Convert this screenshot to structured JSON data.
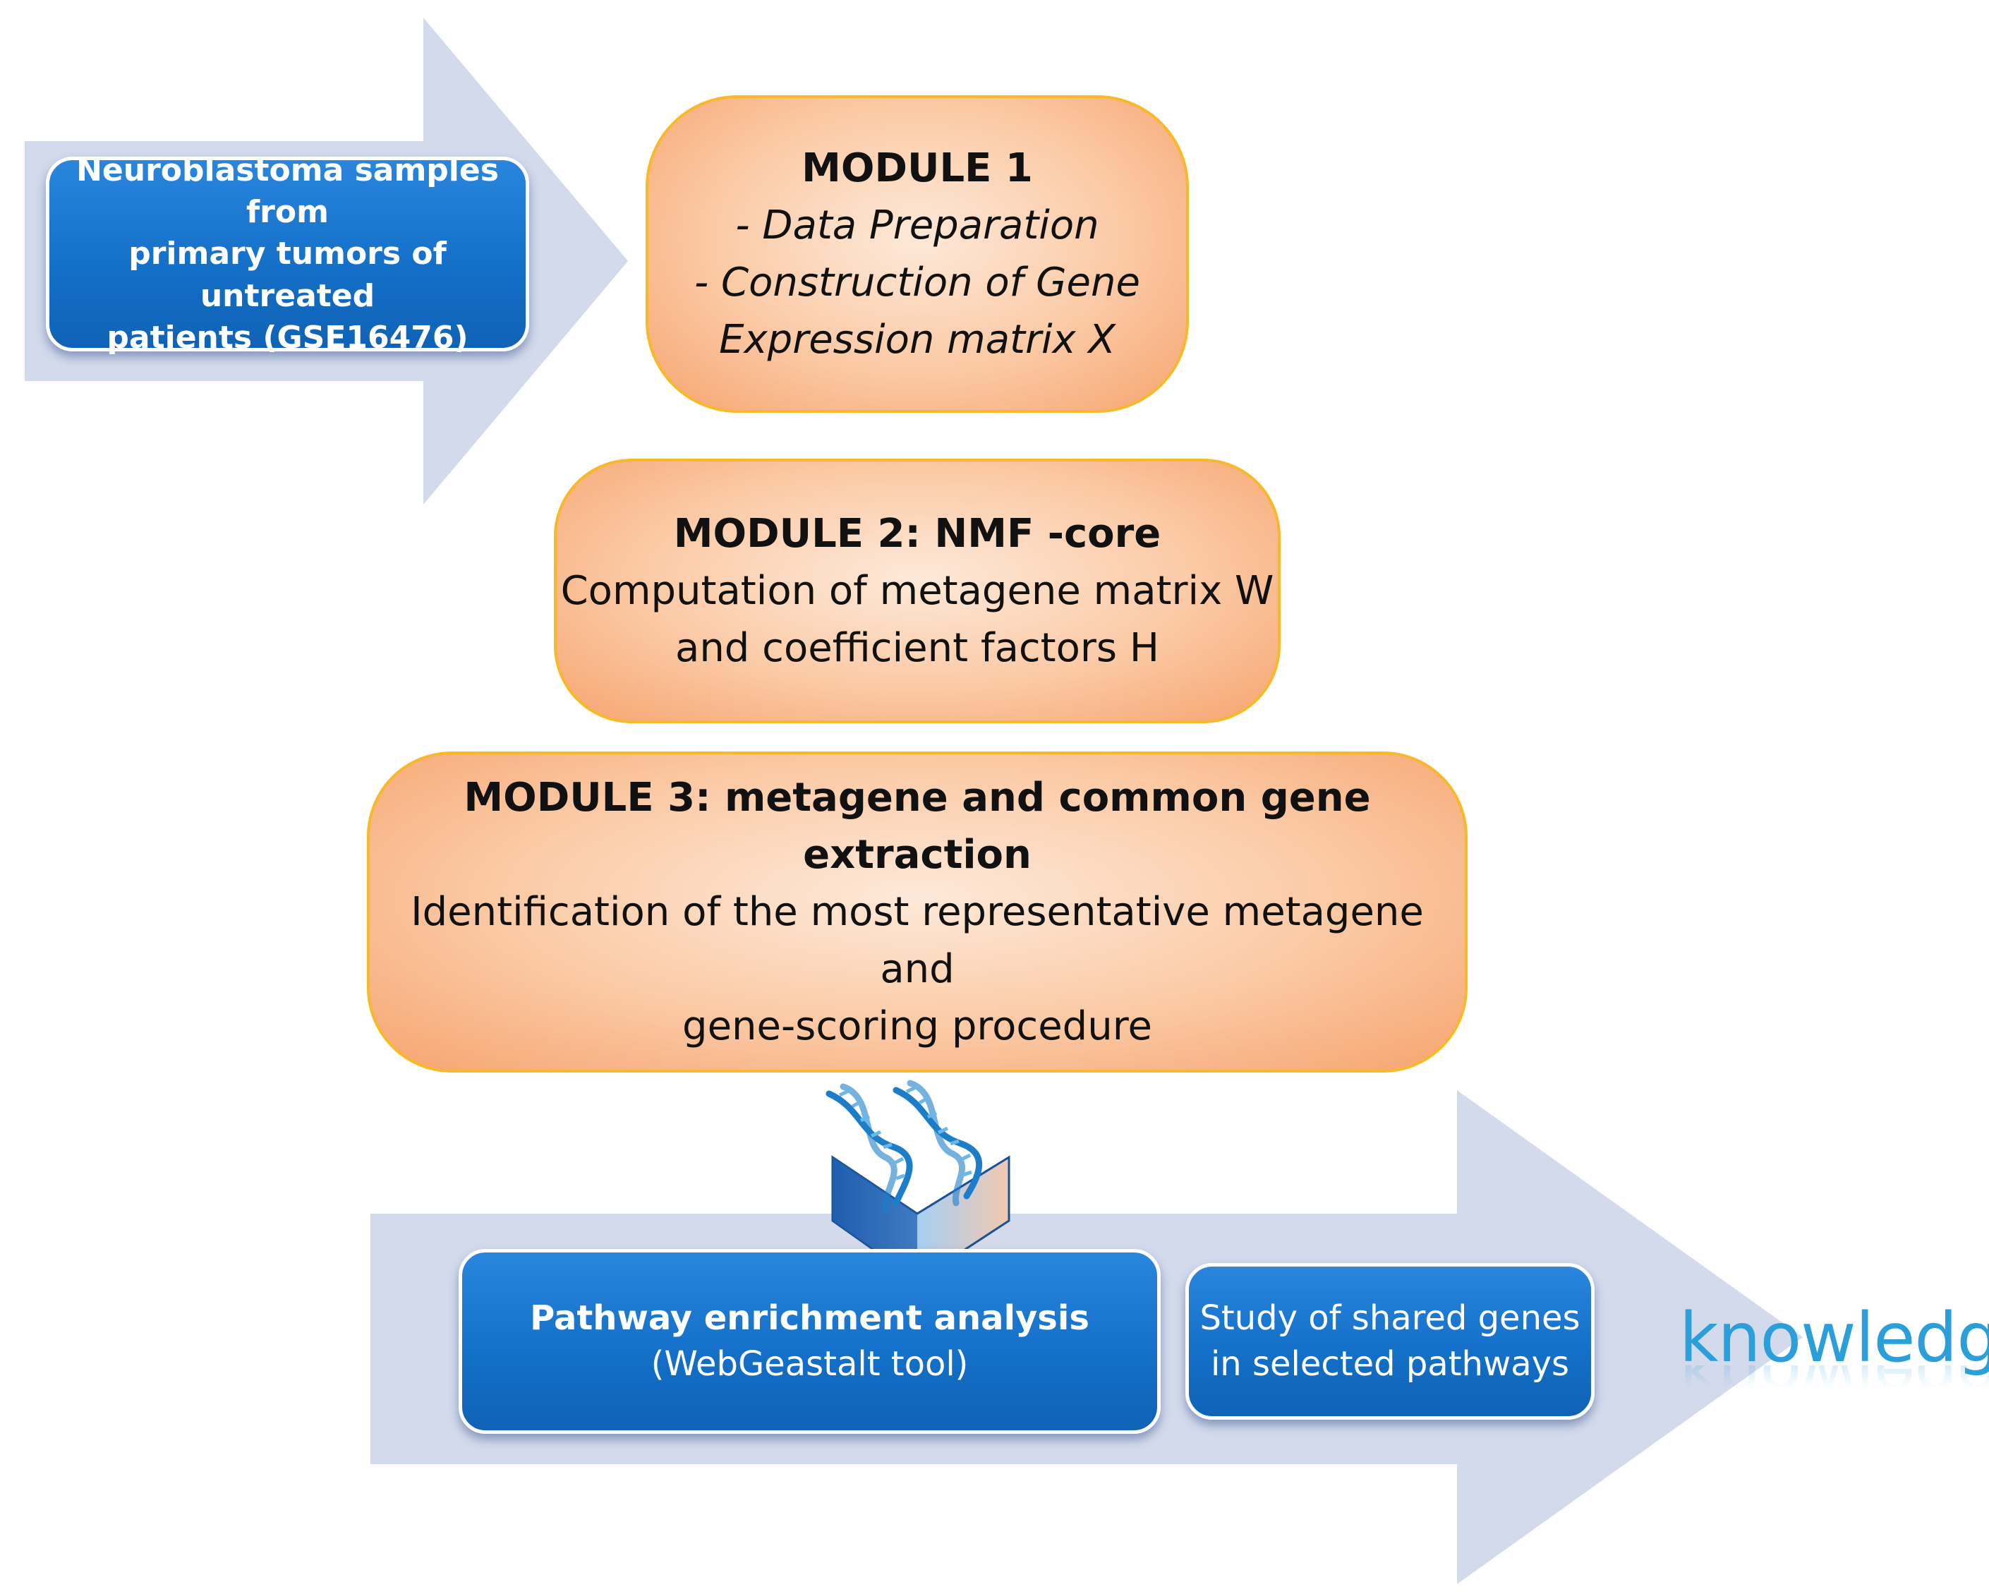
{
  "input": {
    "line1": "Neuroblastoma samples from",
    "line2": "primary tumors of untreated",
    "line3": "patients (GSE16476)"
  },
  "module1": {
    "title": "MODULE 1",
    "line1": "- Data Preparation",
    "line2": "- Construction of Gene",
    "line3": "Expression matrix X"
  },
  "module2": {
    "title": "MODULE 2: NMF -core",
    "line1": "Computation of metagene matrix W",
    "line2": "and coefficient factors H"
  },
  "module3": {
    "title": "MODULE 3: metagene and common gene extraction",
    "line1": "Identification of the most representative metagene and",
    "line2": "gene-scoring procedure"
  },
  "pathway": {
    "line1": "Pathway enrichment analysis",
    "line2": "(WebGeastalt tool)"
  },
  "shared": {
    "line1": "Study of shared genes",
    "line2": "in selected pathways"
  },
  "output": {
    "label": "knowledge"
  },
  "icons": [
    "dna-icon",
    "chevron-down-icon"
  ],
  "colors": {
    "arrow": "#d3daec",
    "blue_box": "#1470c8",
    "orange_fill": "#fbc9a4",
    "orange_border": "#f7b92a",
    "knowledge_text": "#2a9fd9"
  }
}
